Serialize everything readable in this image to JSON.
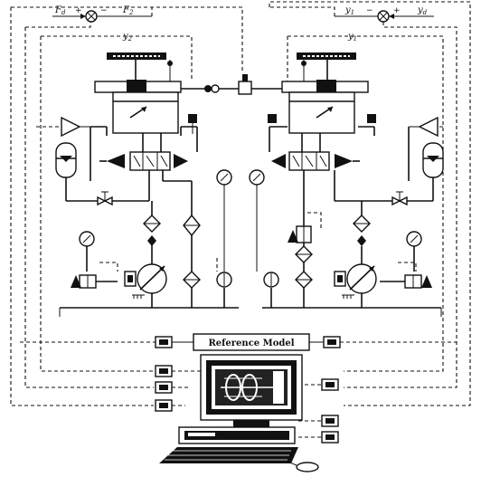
{
  "labels": {
    "fd_left": "F",
    "fd_left_sub": "d",
    "plus_left": "+",
    "minus_left": "−",
    "f2_left": "F",
    "f2_left_sub": "2",
    "y2_left": "y",
    "y2_left_sub": "2",
    "y1_right": "y",
    "y1_right_sub": "1",
    "minus_right": "−",
    "plus_right": "+",
    "yd_right": "y",
    "yd_right_sub": "d",
    "y1_right_lower": "y",
    "y1_right_lower_sub": "1"
  },
  "reference_model": "Reference Model",
  "colors": {
    "ink": "#111111",
    "paper": "#ffffff"
  }
}
